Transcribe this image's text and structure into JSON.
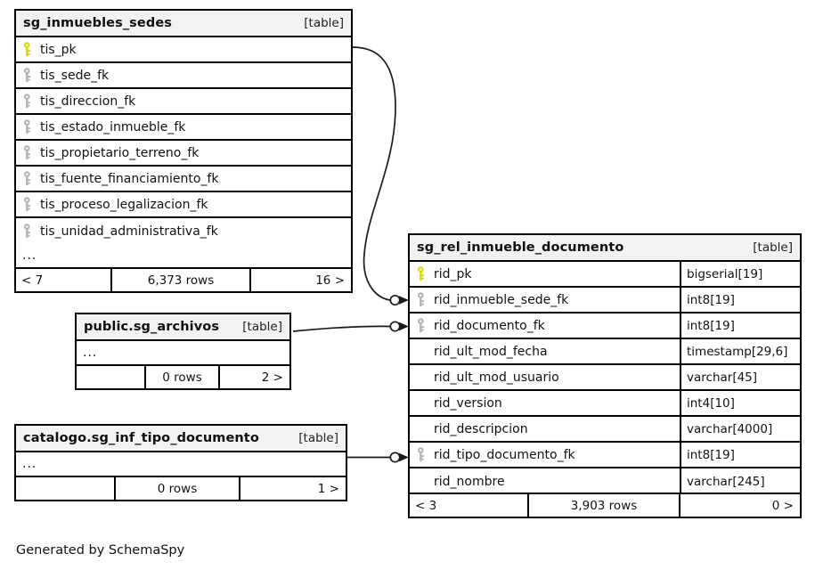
{
  "diagram": {
    "generator_text": "Generated by SchemaSpy",
    "table_tag": "[table]",
    "ellipsis": "...",
    "colors": {
      "pk_key": "#d9d900",
      "fk_key": "#b3b3b3",
      "header_bg": "#f2f2f2",
      "border": "#000000",
      "page_bg": "#ffffff",
      "text": "#111111"
    }
  },
  "tables": [
    {
      "id": "sg_inmuebles_sedes",
      "title": "sg_inmuebles_sedes",
      "tag": "[table]",
      "columns": [
        {
          "name": "tis_pk",
          "key": "pk",
          "type": ""
        },
        {
          "name": "tis_sede_fk",
          "key": "fk",
          "type": ""
        },
        {
          "name": "tis_direccion_fk",
          "key": "fk",
          "type": ""
        },
        {
          "name": "tis_estado_inmueble_fk",
          "key": "fk",
          "type": ""
        },
        {
          "name": "tis_propietario_terreno_fk",
          "key": "fk",
          "type": ""
        },
        {
          "name": "tis_fuente_financiamiento_fk",
          "key": "fk",
          "type": ""
        },
        {
          "name": "tis_proceso_legalizacion_fk",
          "key": "fk",
          "type": ""
        },
        {
          "name": "tis_unidad_administrativa_fk",
          "key": "fk",
          "type": ""
        }
      ],
      "has_ellipsis_row": true,
      "footer": {
        "left": "< 7",
        "middle": "6,373 rows",
        "right": "16 >"
      }
    },
    {
      "id": "public_sg_archivos",
      "title": "public.sg_archivos",
      "tag": "[table]",
      "columns": [],
      "has_ellipsis_row": true,
      "footer": {
        "left": "",
        "middle": "0 rows",
        "right": "2 >"
      }
    },
    {
      "id": "catalogo_sg_inf_tipo_documento",
      "title": "catalogo.sg_inf_tipo_documento",
      "tag": "[table]",
      "columns": [],
      "has_ellipsis_row": true,
      "footer": {
        "left": "",
        "middle": "0 rows",
        "right": "1 >"
      }
    },
    {
      "id": "sg_rel_inmueble_documento",
      "title": "sg_rel_inmueble_documento",
      "tag": "[table]",
      "columns": [
        {
          "name": "rid_pk",
          "key": "pk",
          "type": "bigserial[19]"
        },
        {
          "name": "rid_inmueble_sede_fk",
          "key": "fk",
          "type": "int8[19]"
        },
        {
          "name": "rid_documento_fk",
          "key": "fk",
          "type": "int8[19]"
        },
        {
          "name": "rid_ult_mod_fecha",
          "key": "none",
          "type": "timestamp[29,6]"
        },
        {
          "name": "rid_ult_mod_usuario",
          "key": "none",
          "type": "varchar[45]"
        },
        {
          "name": "rid_version",
          "key": "none",
          "type": "int4[10]"
        },
        {
          "name": "rid_descripcion",
          "key": "none",
          "type": "varchar[4000]"
        },
        {
          "name": "rid_tipo_documento_fk",
          "key": "fk",
          "type": "int8[19]"
        },
        {
          "name": "rid_nombre",
          "key": "none",
          "type": "varchar[245]"
        }
      ],
      "has_ellipsis_row": false,
      "footer": {
        "left": "< 3",
        "middle": "3,903 rows",
        "right": "0 >"
      }
    }
  ],
  "relationships": [
    {
      "from_table": "sg_inmuebles_sedes",
      "from_column": "tis_pk",
      "to_table": "sg_rel_inmueble_documento",
      "to_column": "rid_inmueble_sede_fk"
    },
    {
      "from_table": "public_sg_archivos",
      "from_column": "",
      "to_table": "sg_rel_inmueble_documento",
      "to_column": "rid_documento_fk"
    },
    {
      "from_table": "catalogo_sg_inf_tipo_documento",
      "from_column": "",
      "to_table": "sg_rel_inmueble_documento",
      "to_column": "rid_tipo_documento_fk"
    }
  ]
}
